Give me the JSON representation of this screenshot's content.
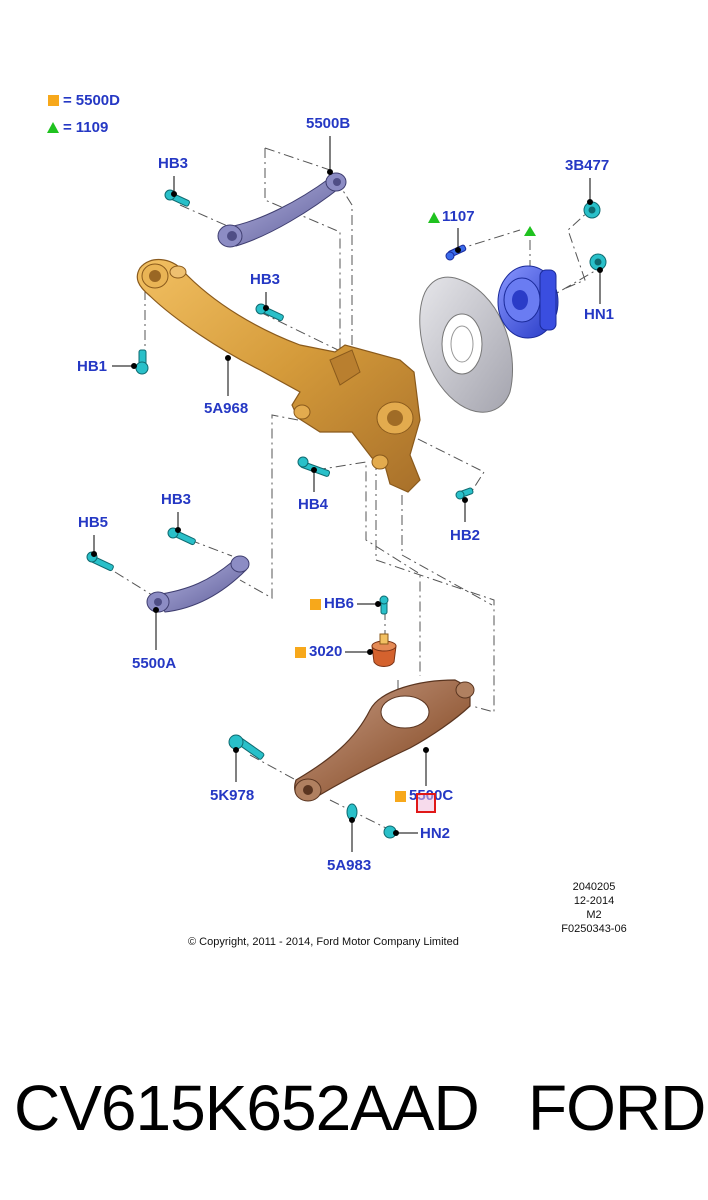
{
  "legend": {
    "square_label": "5500D",
    "triangle_label": "1109",
    "equals": "="
  },
  "callouts": {
    "c_5500B": "5500B",
    "c_HB3_top": "HB3",
    "c_3B477": "3B477",
    "c_1107": "1107",
    "c_HB3_mid": "HB3",
    "c_HN1": "HN1",
    "c_HB1": "HB1",
    "c_5A968": "5A968",
    "c_HB4": "HB4",
    "c_HB2": "HB2",
    "c_HB3_low": "HB3",
    "c_HB5": "HB5",
    "c_5500A": "5500A",
    "c_HB6": "HB6",
    "c_3020": "3020",
    "c_5K978": "5K978",
    "c_5500C": "5500C",
    "c_HN2": "HN2",
    "c_5A983": "5A983"
  },
  "meta": {
    "line1": "2040205",
    "line2": "12-2014",
    "line3": "M2",
    "line4": "F0250343-06"
  },
  "copyright": "© Copyright, 2011 - 2014, Ford Motor Company Limited",
  "footer": {
    "part_number": "CV615K652AAD",
    "brand": "FORD"
  },
  "colors": {
    "label_blue": "#2538c4",
    "square_orange": "#f7a81b",
    "triangle_green": "#1fc21f",
    "knuckle_gold": "#d49a3a",
    "link_purple": "#7a79b8",
    "hub_blue": "#3d52e0",
    "fastener_teal": "#29c0c9",
    "lower_arm_bronze": "#a0643d",
    "disc_shield_gray": "#c9c9cf",
    "bush_orange": "#d4622e"
  },
  "icons": {
    "square_marker": "orange-square-icon",
    "triangle_marker": "green-triangle-icon"
  }
}
